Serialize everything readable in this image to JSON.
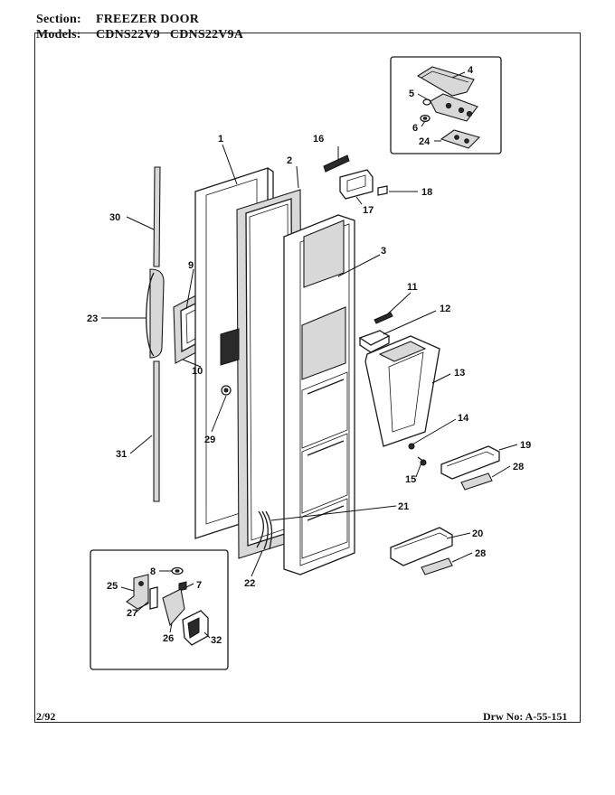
{
  "header": {
    "section_label": "Section:",
    "section_value": "FREEZER DOOR",
    "models_label": "Models:",
    "models_value": "CDNS22V9   CDNS22V9A"
  },
  "footer": {
    "date": "2/92",
    "drawing_number": "Drw No: A-55-151"
  },
  "callouts": {
    "c1": "1",
    "c2": "2",
    "c3": "3",
    "c4": "4",
    "c5": "5",
    "c6": "6",
    "c7": "7",
    "c8": "8",
    "c9": "9",
    "c10": "10",
    "c11": "11",
    "c12": "12",
    "c13": "13",
    "c14": "14",
    "c15": "15",
    "c16": "16",
    "c17": "17",
    "c18": "18",
    "c19": "19",
    "c20": "20",
    "c21": "21",
    "c22": "22",
    "c23": "23",
    "c24": "24",
    "c25": "25",
    "c26": "26",
    "c27": "27",
    "c28a": "28",
    "c28b": "28",
    "c29": "29",
    "c30": "30",
    "c31": "31",
    "c32": "32"
  }
}
